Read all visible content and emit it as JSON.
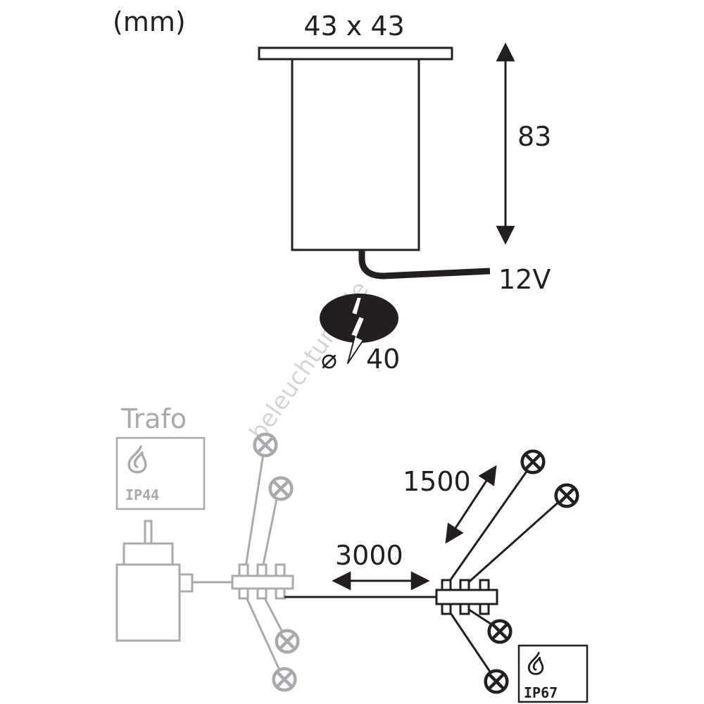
{
  "units": "(mm)",
  "width_label": "43 x 43",
  "height_label": "83",
  "voltage_label": "12V",
  "cutout_prefix": "⌀",
  "cutout_value": "40",
  "trafo_label": "Trafo",
  "trafo_ip": "IP44",
  "lamp_ip": "IP67",
  "main_cable_length": "3000",
  "branch_cable_length": "1500",
  "watermark": "beleuchtung.de",
  "colors": {
    "dark": "#231f20",
    "grey": "#a7a9ac",
    "watermark": "#d4d4d4"
  },
  "icons": [
    "water-drop-icon",
    "lightning-icon",
    "lamp-symbol-icon",
    "double-arrow-icon"
  ]
}
